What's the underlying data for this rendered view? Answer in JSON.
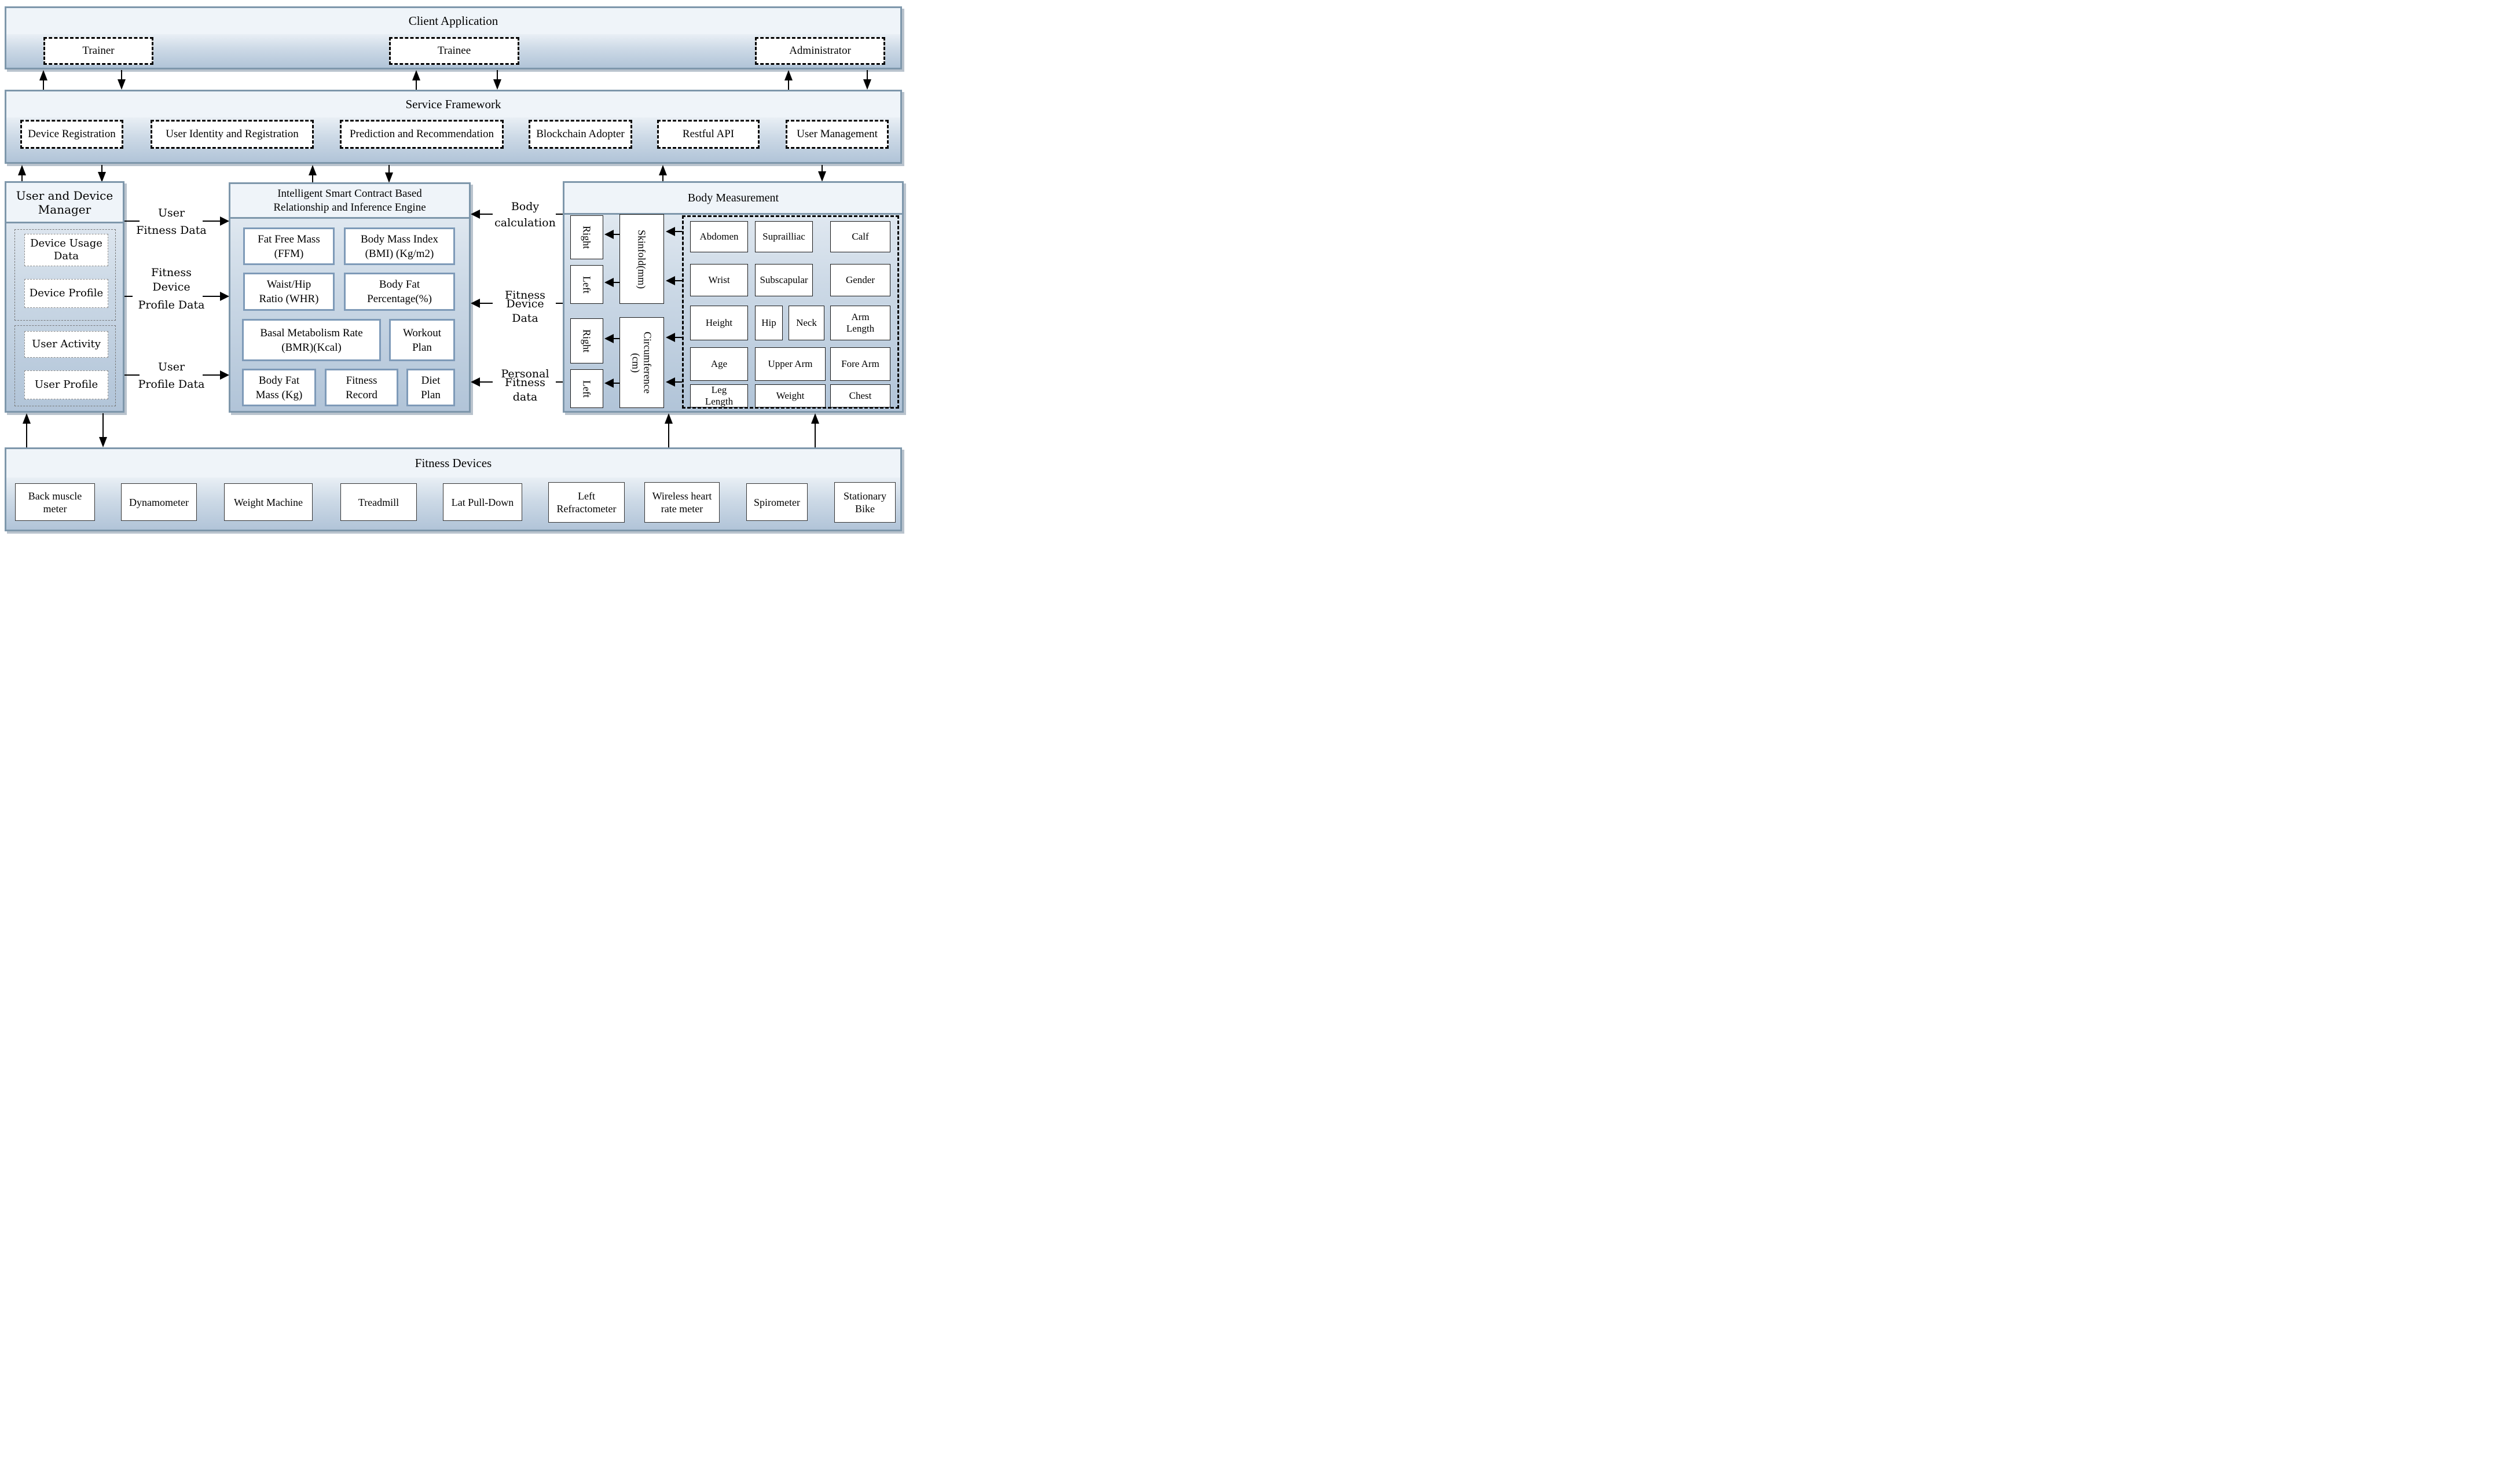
{
  "client_application": {
    "title": "Client Application",
    "items": [
      "Trainer",
      "Trainee",
      "Administrator"
    ]
  },
  "service_framework": {
    "title": "Service Framework",
    "items": [
      "Device Registration",
      "User Identity and Registration",
      "Prediction and Recommendation",
      "Blockchain Adopter",
      "Restful API",
      "User Management"
    ]
  },
  "user_device_manager": {
    "title": "User and Device Manager",
    "device_group": [
      "Device Usage Data",
      "Device Profile"
    ],
    "user_group": [
      "User Activity",
      "User Profile"
    ]
  },
  "inference_engine": {
    "title": "Intelligent Smart Contract Based Relationship and Inference Engine",
    "metrics": [
      "Fat Free Mass (FFM)",
      "Body Mass Index (BMI) (Kg/m2)",
      "Waist/Hip Ratio (WHR)",
      "Body Fat Percentage(%)",
      "Basal Metabolism Rate (BMR)(Kcal)",
      "Workout Plan",
      "Body Fat Mass (Kg)",
      "Fitness Record",
      "Diet Plan"
    ]
  },
  "data_flows": {
    "left": [
      {
        "top": "User",
        "bottom": "Fitness Data"
      },
      {
        "top": "Fitness Device",
        "bottom": "Profile Data"
      },
      {
        "top": "User",
        "bottom": "Profile Data"
      }
    ],
    "right": [
      {
        "top": "Body",
        "bottom": "calculation"
      },
      {
        "top": "Fitness",
        "bottom": "Device Data"
      },
      {
        "top": "Personal",
        "bottom": "Fitness data"
      }
    ]
  },
  "body_measurement": {
    "title": "Body Measurement",
    "side_boxes": [
      "Right",
      "Left",
      "Right",
      "Left"
    ],
    "skinfold_label": "Skinfold(mm)",
    "circumference_label": "Circumference (cm)",
    "grid_rows": [
      [
        "Abdomen",
        "Suprailliac",
        "Calf"
      ],
      [
        "Wrist",
        "Subscapular",
        "Gender"
      ],
      [
        "Height",
        "Hip",
        "Neck",
        "Arm Length"
      ],
      [
        "Age",
        "Upper Arm",
        "Fore Arm"
      ],
      [
        "Leg Length",
        "Weight",
        "Chest"
      ]
    ]
  },
  "fitness_devices": {
    "title": "Fitness Devices",
    "items": [
      "Back muscle meter",
      "Dynamometer",
      "Weight Machine",
      "Treadmill",
      "Lat Pull-Down",
      "Left Refractometer",
      "Wireless heart rate meter",
      "Spirometer",
      "Stationary Bike"
    ]
  }
}
